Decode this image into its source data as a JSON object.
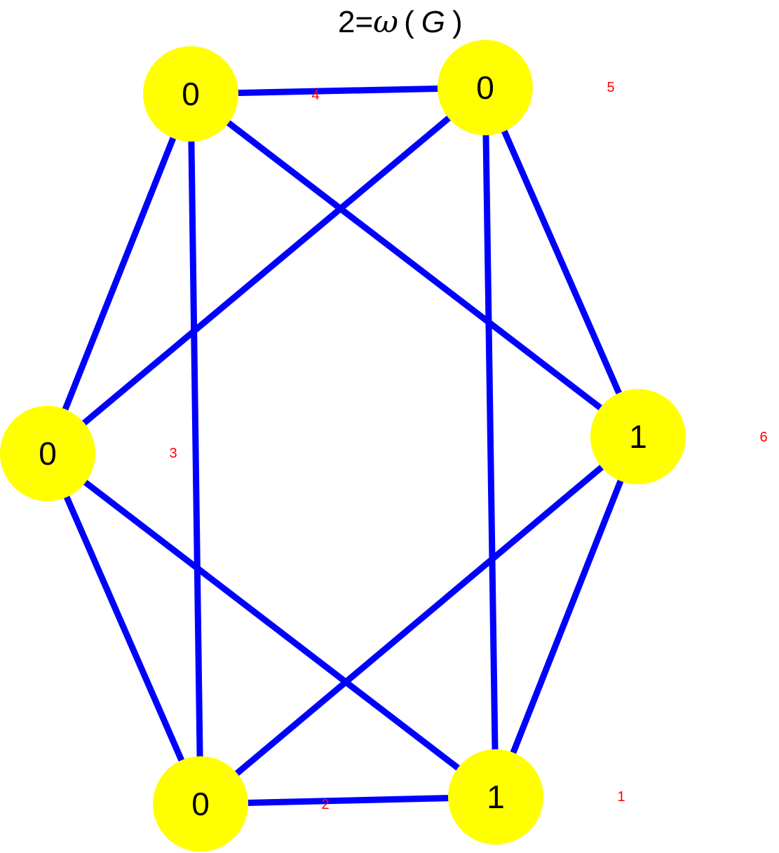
{
  "title": {
    "prefix": "2=",
    "symbol": "ω",
    "open_paren": "(",
    "variable": "G",
    "close_paren": ")"
  },
  "colors": {
    "node_fill": "#ffff00",
    "edge_stroke": "#0000ff",
    "node_text": "#000000",
    "index_text": "#ff0000"
  },
  "nodes": [
    {
      "id": "n1",
      "value": "1",
      "index_label": "1"
    },
    {
      "id": "n2",
      "value": "0",
      "index_label": "2"
    },
    {
      "id": "n3",
      "value": "0",
      "index_label": "3"
    },
    {
      "id": "n4",
      "value": "0",
      "index_label": "4"
    },
    {
      "id": "n5",
      "value": "0",
      "index_label": "5"
    },
    {
      "id": "n6",
      "value": "1",
      "index_label": "6"
    }
  ],
  "edges": [
    [
      "n4",
      "n5"
    ],
    [
      "n4",
      "n3"
    ],
    [
      "n4",
      "n2"
    ],
    [
      "n4",
      "n6"
    ],
    [
      "n5",
      "n3"
    ],
    [
      "n5",
      "n1"
    ],
    [
      "n5",
      "n6"
    ],
    [
      "n3",
      "n2"
    ],
    [
      "n3",
      "n1"
    ],
    [
      "n6",
      "n2"
    ],
    [
      "n6",
      "n1"
    ],
    [
      "n2",
      "n1"
    ]
  ]
}
